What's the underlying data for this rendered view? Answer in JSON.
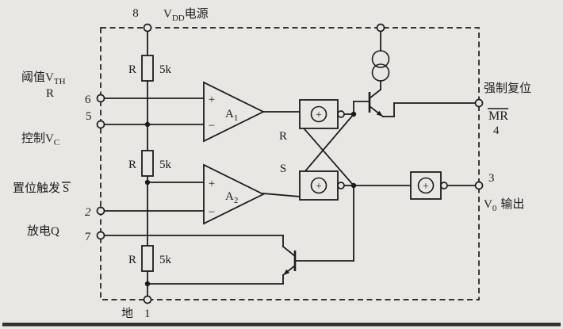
{
  "colors": {
    "paper": "#e9e7e3",
    "ink": "#1c1c1c"
  },
  "power": {
    "pin_num": "8",
    "label_v": "V",
    "label_sub": "DD",
    "label_rest": "电源"
  },
  "ground": {
    "pin_num": "1",
    "label": "地"
  },
  "pins": {
    "threshold": {
      "num": "6",
      "label_main": "阈值V",
      "label_sub": "TH",
      "label_line2": "R"
    },
    "control": {
      "num": "5",
      "label_main": "控制V",
      "label_sub": "C"
    },
    "trigger": {
      "num": "2",
      "label_main": "置位触发",
      "label_overline": "S"
    },
    "discharge": {
      "num": "7",
      "label": "放电Q"
    },
    "reset": {
      "num": "4",
      "label": "强制复位",
      "label_overline": "MR"
    },
    "output": {
      "num": "3",
      "label_v": "V",
      "label_sub": "0",
      "label_rest": "输出"
    }
  },
  "resistors": [
    {
      "name": "R",
      "value": "5k"
    },
    {
      "name": "R",
      "value": "5k"
    },
    {
      "name": "R",
      "value": "5k"
    }
  ],
  "comparators": [
    {
      "name": "A",
      "sub": "1",
      "plus": "+",
      "minus": "−"
    },
    {
      "name": "A",
      "sub": "2",
      "plus": "+",
      "minus": "−"
    }
  ],
  "flipflop": {
    "r_label": "R",
    "s_label": "S",
    "gate_symbol": "+"
  },
  "output_stage": {
    "gate_symbol": "+"
  }
}
